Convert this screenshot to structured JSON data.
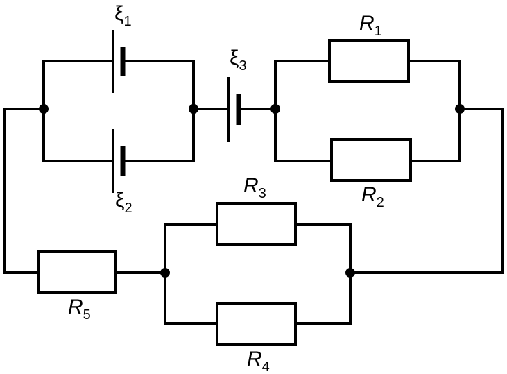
{
  "emfs": [
    {
      "symbol": "ξ",
      "subscript": "1"
    },
    {
      "symbol": "ξ",
      "subscript": "2"
    },
    {
      "symbol": "ξ",
      "subscript": "3"
    }
  ],
  "resistors": [
    {
      "symbol": "R",
      "subscript": "1"
    },
    {
      "symbol": "R",
      "subscript": "2"
    },
    {
      "symbol": "R",
      "subscript": "3"
    },
    {
      "symbol": "R",
      "subscript": "4"
    },
    {
      "symbol": "R",
      "subscript": "5"
    }
  ],
  "colors": {
    "line": "#000000",
    "background": "#ffffff"
  }
}
